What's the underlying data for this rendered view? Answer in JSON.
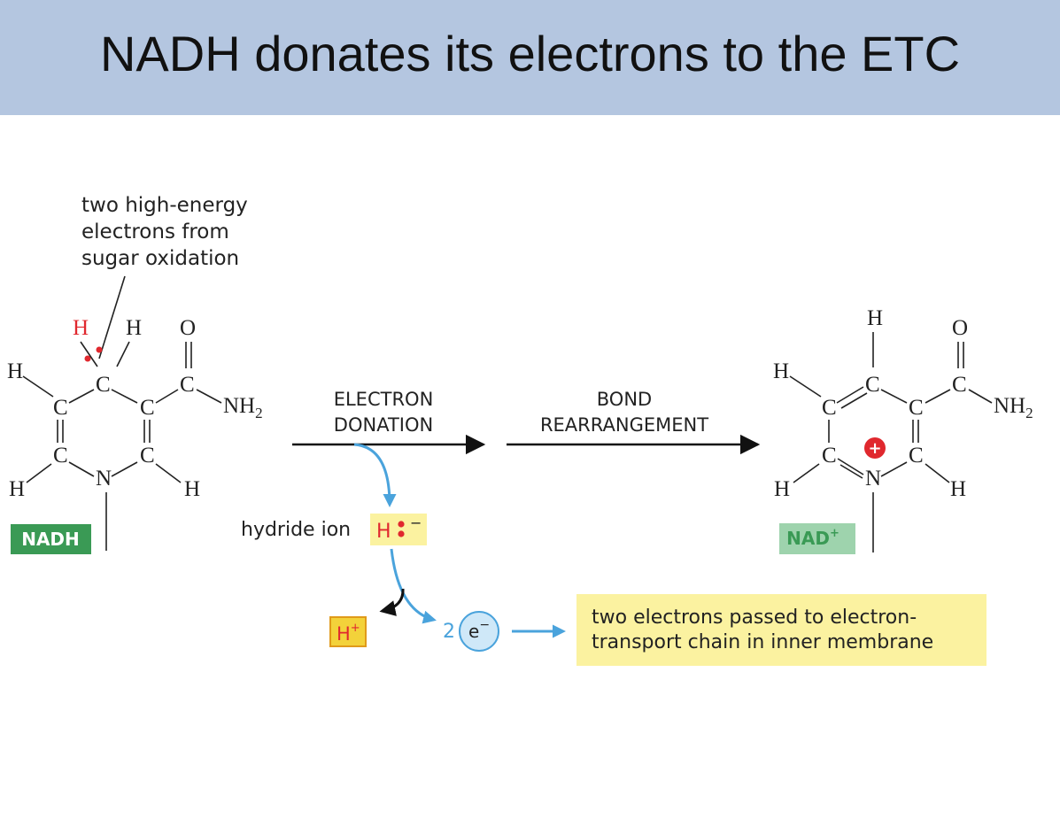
{
  "title": "NADH donates its electrons to the ETC",
  "annotation": [
    "two high-energy",
    "electrons from",
    "sugar oxidation"
  ],
  "nadh": {
    "label": "NADH",
    "atoms": {
      "h_red": "H",
      "h_top": "H",
      "o": "O",
      "c_top": "C",
      "c_left": "C",
      "c_right": "C",
      "c_amide": "C",
      "nh": "NH",
      "nh_sub": "2",
      "h_left": "H",
      "c_bl": "C",
      "c_br": "C",
      "n": "N",
      "h_bl": "H",
      "h_br": "H"
    },
    "label_color": "#3a9a55"
  },
  "nad": {
    "label": "NAD",
    "label_sup": "+",
    "charge": "+",
    "atoms": {
      "h_top": "H",
      "o": "O",
      "c_top": "C",
      "c_amide": "C",
      "nh": "NH",
      "nh_sub": "2",
      "h_left": "H",
      "c_left": "C",
      "c_right": "C",
      "c_bl": "C",
      "c_br": "C",
      "n": "N",
      "h_bl": "H",
      "h_br": "H"
    },
    "label_color": "#9ed3ad"
  },
  "step1": [
    "ELECTRON",
    "DONATION"
  ],
  "step2": [
    "BOND",
    "REARRANGEMENT"
  ],
  "hydride": {
    "label": "hydride ion",
    "symbol": "H",
    "charge": "−"
  },
  "proton": {
    "symbol": "H",
    "charge": "+"
  },
  "electrons": {
    "count": "2",
    "symbol": "e",
    "charge": "−"
  },
  "result_box": [
    "two electrons passed to electron-",
    "transport chain in inner membrane"
  ],
  "colors": {
    "header": "#b4c6e0",
    "highlight": "#fbf2a0",
    "red": "#e0282e",
    "blue": "#4aa3dc"
  }
}
